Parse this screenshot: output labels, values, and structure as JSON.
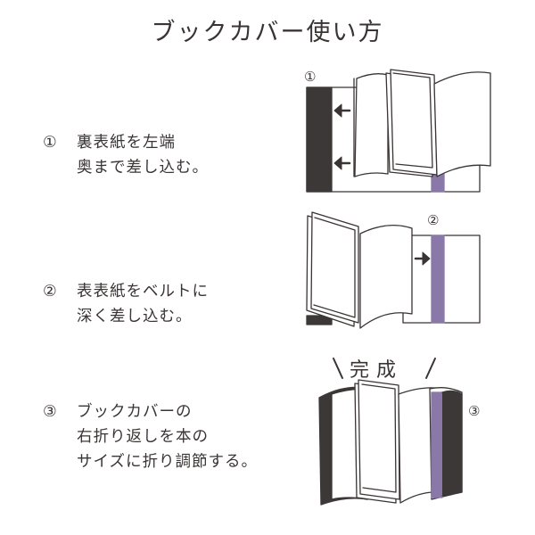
{
  "title": "ブックカバー使い方",
  "steps": [
    {
      "number": "①",
      "line1": "裏表紙を左端",
      "line2": "奥まで差し込む。"
    },
    {
      "number": "②",
      "line1": "表表紙をベルトに",
      "line2": "深く差し込む。"
    },
    {
      "number": "③",
      "line1": "ブックカバーの",
      "line2": "右折り返しを本の",
      "line3": "サイズに折り調節する。"
    }
  ],
  "figures": {
    "marker1": "①",
    "marker2": "②",
    "marker3": "③",
    "complete_label": "完成"
  },
  "colors": {
    "text": "#3a3434",
    "cover_dark": "#3d3838",
    "belt_purple": "#8a78a8"
  }
}
